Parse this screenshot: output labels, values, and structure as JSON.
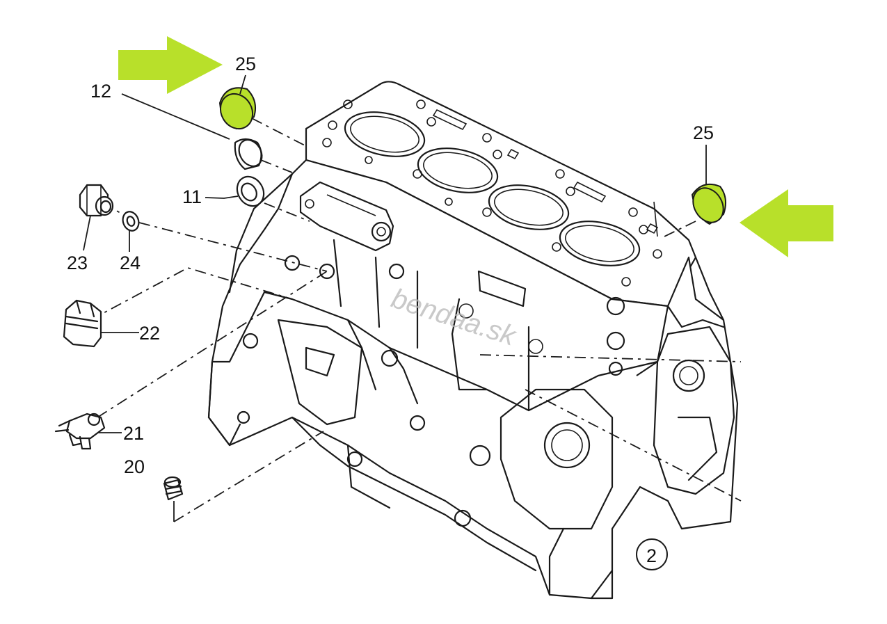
{
  "labels": {
    "p25_top": "25",
    "p25_right": "25",
    "p12": "12",
    "p11": "11",
    "p23": "23",
    "p24": "24",
    "p22": "22",
    "p21": "21",
    "p20": "20",
    "view_number": "2"
  },
  "watermark": "bendaa.sk",
  "colors": {
    "highlight": "#b8e02a",
    "line": "#1a1a1a",
    "background": "#ffffff"
  },
  "icons": {
    "pointer_left": "arrow-right-icon",
    "pointer_right": "arrow-left-icon"
  }
}
